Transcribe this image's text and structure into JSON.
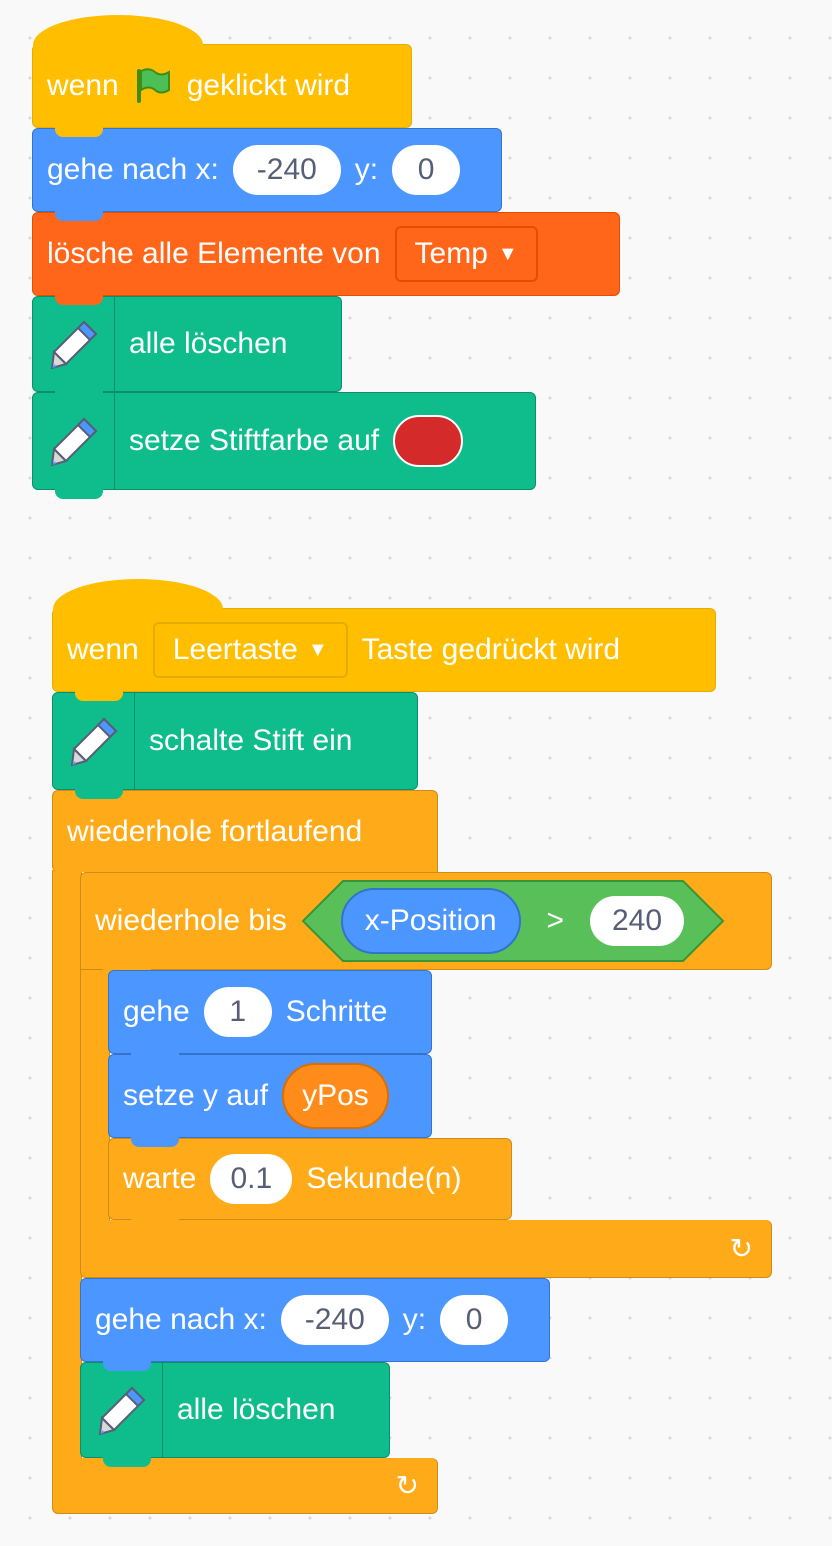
{
  "script1": {
    "hat": {
      "pre": "wenn",
      "icon": "green-flag-icon",
      "post": "geklickt wird"
    },
    "goto": {
      "label": "gehe nach x:",
      "x": "-240",
      "ylabel": "y:",
      "y": "0"
    },
    "delete_all": {
      "label": "lösche alle Elemente von",
      "list": "Temp"
    },
    "clear": {
      "label": "alle löschen",
      "icon": "pen-icon"
    },
    "set_color": {
      "label": "setze Stiftfarbe auf",
      "color": "#D42A2A"
    }
  },
  "script2": {
    "hat": {
      "pre": "wenn",
      "key": "Leertaste",
      "post": "Taste gedrückt wird"
    },
    "pen_down": {
      "label": "schalte Stift ein",
      "icon": "pen-icon"
    },
    "forever": {
      "label": "wiederhole fortlaufend"
    },
    "repeat_until": {
      "label": "wiederhole bis",
      "reporter": "x-Position",
      "op": ">",
      "value": "240"
    },
    "move": {
      "pre": "gehe",
      "value": "1",
      "post": "Schritte"
    },
    "set_y": {
      "label": "setze y auf",
      "var": "yPos"
    },
    "wait": {
      "pre": "warte",
      "value": "0.1",
      "post": "Sekunde(n)"
    },
    "goto": {
      "label": "gehe nach x:",
      "x": "-240",
      "ylabel": "y:",
      "y": "0"
    },
    "clear": {
      "label": "alle löschen",
      "icon": "pen-icon"
    }
  },
  "colors": {
    "events": "#FFBF00",
    "motion": "#4C97FF",
    "lists": "#FF661A",
    "pen": "#0FBD8C",
    "control": "#FFAB19",
    "operators": "#59C059",
    "variables": "#FF8C1A"
  }
}
